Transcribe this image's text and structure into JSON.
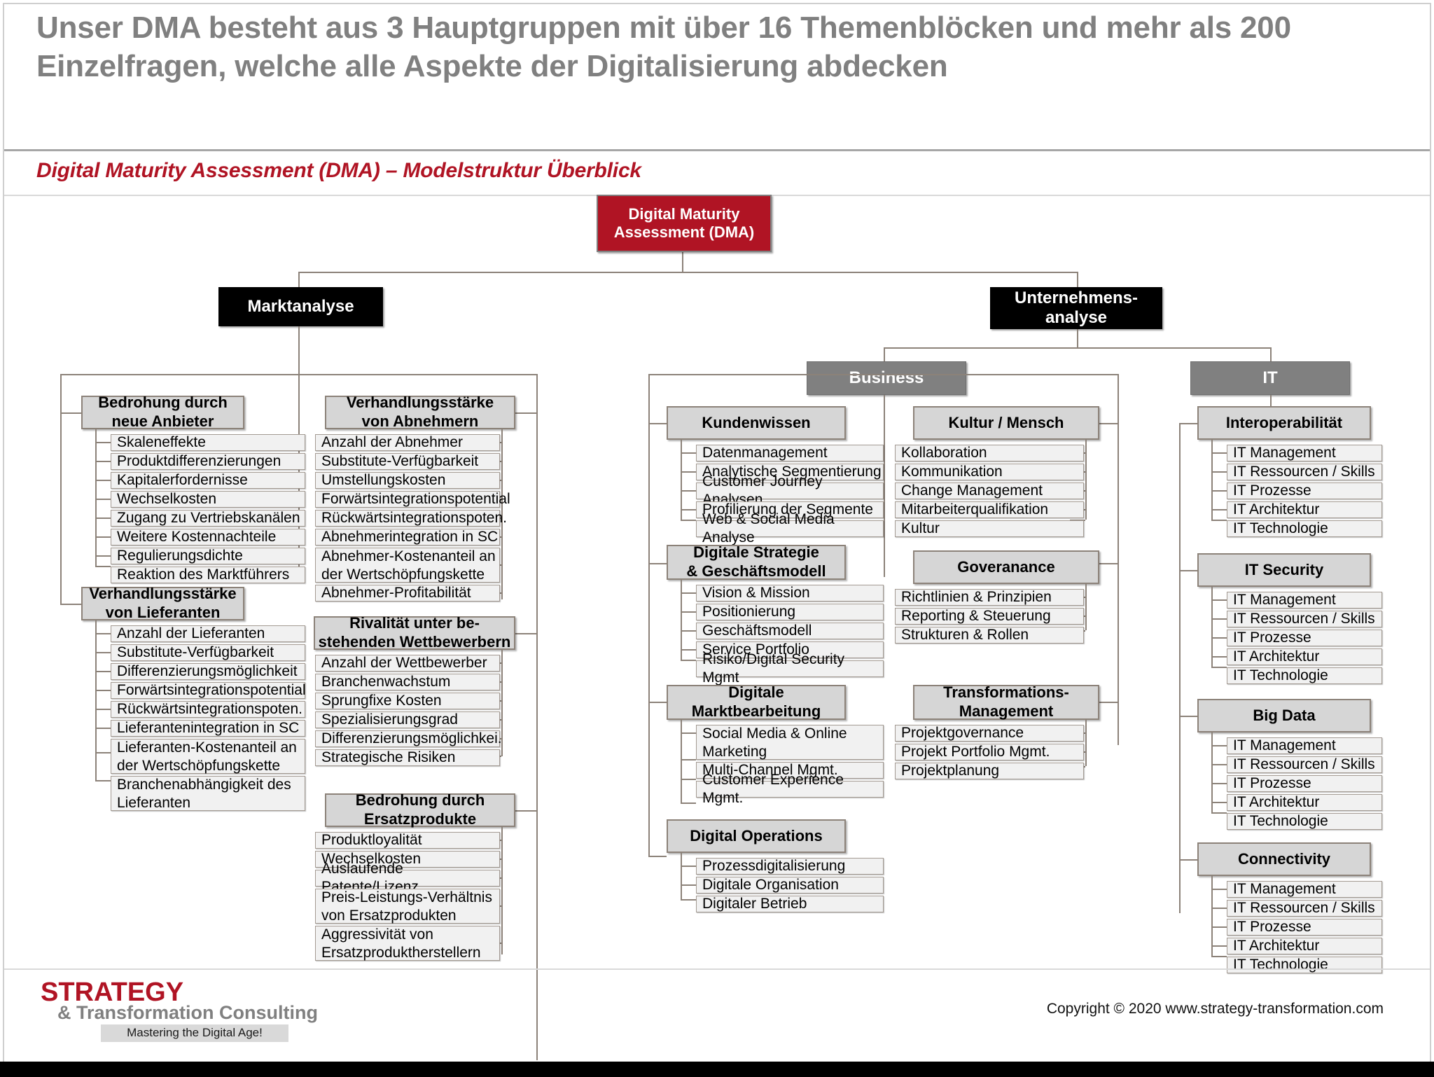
{
  "header": {
    "headline": "Unser DMA besteht aus 3 Hauptgruppen mit über 16 Themenblöcken und mehr als 200 Einzelfragen, welche alle Aspekte der Digitalisierung abdecken",
    "subtitle": "Digital Maturity Assessment (DMA) – Modelstruktur Überblick"
  },
  "footer": {
    "logo_line1": "STRATEGY",
    "logo_line2": "& Transformation Consulting",
    "logo_tagline": "Mastering the Digital Age!",
    "copyright": "Copyright © 2020 www.strategy-transformation.com"
  },
  "colors": {
    "root_red": "#b01424",
    "level1_black": "#000000",
    "level2_gray": "#808080",
    "group_gray": "#d6d6d6",
    "leaf_gray": "#f1f1f1",
    "connector": "#8c8279"
  },
  "diagram": {
    "root": "Digital Maturity Assessment (DMA)",
    "root_line1": "Digital Maturity",
    "root_line2": "Assessment (DMA)",
    "level1": [
      {
        "label": "Marktanalyse"
      },
      {
        "label": "Unternehmens-analyse",
        "line1": "Unternehmens-",
        "line2": "analyse"
      }
    ],
    "level2": [
      {
        "label": "Business"
      },
      {
        "label": "IT"
      }
    ],
    "groups": [
      {
        "id": "bedrohung-neue-anbieter",
        "title_line1": "Bedrohung durch",
        "title_line2": "neue Anbieter",
        "items": [
          "Skaleneffekte",
          "Produktdifferenzierungen",
          "Kapitalerfordernisse",
          "Wechselkosten",
          "Zugang zu Vertriebskanälen",
          "Weitere Kostennachteile",
          "Regulierungsdichte",
          "Reaktion des Marktführers"
        ]
      },
      {
        "id": "verhandlungsstaerke-lieferanten",
        "title_line1": "Verhandlungsstärke",
        "title_line2": "von Lieferanten",
        "items": [
          "Anzahl der Lieferanten",
          "Substitute-Verfügbarkeit",
          "Differenzierungsmöglichkeit",
          "Forwärtsintegrationspotential",
          "Rückwärtsintegrationspoten.",
          "Lieferantenintegration in SC",
          "Lieferanten-Kostenanteil an der Wertschöpfungskette",
          "Branchenabhängigkeit des Lieferanten"
        ]
      },
      {
        "id": "verhandlungsstaerke-abnehmern",
        "title_line1": "Verhandlungsstärke",
        "title_line2": "von Abnehmern",
        "items": [
          "Anzahl der Abnehmer",
          "Substitute-Verfügbarkeit",
          "Umstellungskosten",
          "Forwärtsintegrationspotential",
          "Rückwärtsintegrationspoten.",
          "Abnehmerintegration in SC",
          "Abnehmer-Kostenanteil an der Wertschöpfungskette",
          "Abnehmer-Profitabilität"
        ]
      },
      {
        "id": "rivalitaet-wettbewerbern",
        "title_line1": "Rivalität unter be-",
        "title_line2": "stehenden Wettbewerbern",
        "items": [
          "Anzahl der Wettbewerber",
          "Branchenwachstum",
          "Sprungfixe Kosten",
          "Spezialisierungsgrad",
          "Differenzierungsmöglichkei.",
          "Strategische Risiken"
        ]
      },
      {
        "id": "bedrohung-ersatzprodukte",
        "title_line1": "Bedrohung durch",
        "title_line2": "Ersatzprodukte",
        "items": [
          "Produktloyalität",
          "Wechselkosten",
          "Auslaufende Patente/Lizenz",
          "Preis-Leistungs-Verhältnis von Ersatzprodukten",
          "Aggressivität von Ersatzproduktherstellern"
        ]
      },
      {
        "id": "kundenwissen",
        "title_line1": "Kundenwissen",
        "title_line2": "",
        "items": [
          "Datenmanagement",
          "Analytische Segmentierung",
          "Customer Journey Analysen",
          "Profilierung der Segmente",
          "Web & Social Media Analyse"
        ]
      },
      {
        "id": "digitale-strategie",
        "title_line1": "Digitale Strategie",
        "title_line2": "& Geschäftsmodell",
        "items": [
          "Vision & Mission",
          "Positionierung",
          "Geschäftsmodell",
          "Service Portfolio",
          "Risiko/Digital Security Mgmt"
        ]
      },
      {
        "id": "digitale-marktbearbeitung",
        "title_line1": "Digitale",
        "title_line2": "Marktbearbeitung",
        "items": [
          "Social Media & Online Marketing",
          "Multi-Channel Mgmt.",
          "Customer Experience Mgmt."
        ]
      },
      {
        "id": "digital-operations",
        "title_line1": "Digital Operations",
        "title_line2": "",
        "items": [
          "Prozessdigitalisierung",
          "Digitale Organisation",
          "Digitaler Betrieb"
        ]
      },
      {
        "id": "kultur-mensch",
        "title_line1": "Kultur / Mensch",
        "title_line2": "",
        "items": [
          "Kollaboration",
          "Kommunikation",
          "Change Management",
          "Mitarbeiterqualifikation",
          "Kultur"
        ]
      },
      {
        "id": "goveranance",
        "title_line1": "Goveranance",
        "title_line2": "",
        "items": [
          "Richtlinien & Prinzipien",
          "Reporting & Steuerung",
          "Strukturen & Rollen"
        ]
      },
      {
        "id": "transformations-management",
        "title_line1": "Transformations-",
        "title_line2": "Management",
        "items": [
          "Projektgovernance",
          "Projekt Portfolio Mgmt.",
          "Projektplanung"
        ]
      },
      {
        "id": "interoperabilitaet",
        "title_line1": "Interoperabilität",
        "title_line2": "",
        "items": [
          "IT Management",
          "IT Ressourcen / Skills",
          "IT Prozesse",
          "IT Architektur",
          "IT Technologie"
        ]
      },
      {
        "id": "it-security",
        "title_line1": "IT Security",
        "title_line2": "",
        "items": [
          "IT Management",
          "IT Ressourcen / Skills",
          "IT Prozesse",
          "IT Architektur",
          "IT Technologie"
        ]
      },
      {
        "id": "big-data",
        "title_line1": "Big Data",
        "title_line2": "",
        "items": [
          "IT Management",
          "IT Ressourcen / Skills",
          "IT Prozesse",
          "IT Architektur",
          "IT Technologie"
        ]
      },
      {
        "id": "connectivity",
        "title_line1": "Connectivity",
        "title_line2": "",
        "items": [
          "IT Management",
          "IT Ressourcen / Skills",
          "IT Prozesse",
          "IT Architektur",
          "IT Technologie"
        ]
      }
    ]
  }
}
